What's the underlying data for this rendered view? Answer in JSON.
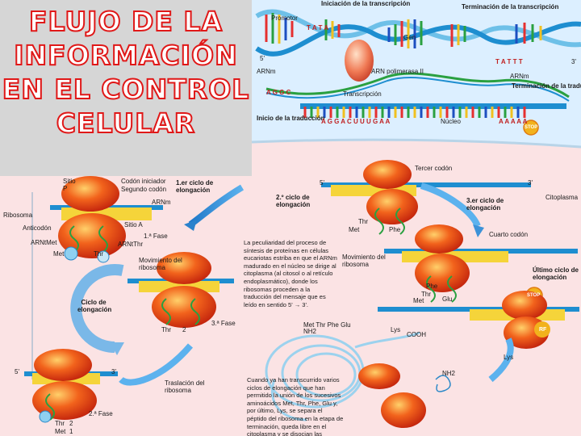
{
  "title": "FLUJO DE LA INFORMACIÓN EN EL CONTROL CELULAR",
  "transcription": {
    "iniciacion": "Iniciación de la transcripción",
    "promotor": "Promotor",
    "terminacion_transcripcion": "Terminación de la transcripción",
    "gen": "Gen",
    "arnm_left": "ARNm",
    "arn_polimerasa": "ARN polimerasa II",
    "transcripcion": "Transcripción",
    "arnm_right": "ARNm",
    "terminacion_traduccion": "Terminación de la traducción",
    "inicio_traduccion": "Inicio de la traducción",
    "nucleo": "Núcleo",
    "stop": "STOP",
    "seq_tata": "T A T A",
    "seq_tattt": "T A T T T",
    "seq_aggc": "A G G C",
    "seq_aug": "A G G  A C U  U U G  A A",
    "seq_aaa": "A A A  A A",
    "prime5": "5'",
    "prime3": "3'"
  },
  "left_panel": {
    "sitio_p": "Sitio P",
    "codon_iniciador": "Codón iniciador",
    "segundo_codon": "Segundo codón",
    "primer_ciclo": "1.er ciclo de elongación",
    "arnm": "ARNm",
    "ribosoma": "Ribosoma",
    "sitio_a": "Sitio A",
    "anticodon": "Anticodón",
    "arnt_met": "ARNtMet",
    "arnt_thr": "ARNtThr",
    "fase1": "1.ª Fase",
    "met": "Met",
    "thr": "Thr",
    "movimiento": "Movimiento del ribosoma",
    "ciclo": "Ciclo de elongación",
    "fase2_label": "2",
    "fase3": "3.ª Fase",
    "traslacion": "Traslación del ribosoma",
    "fase2": "2.ª Fase",
    "num1": "1",
    "num2": "2",
    "prime5": "5'",
    "prime3": "3'"
  },
  "right_panel": {
    "tercer_codon": "Tercer codón",
    "segundo_ciclo": "2.º ciclo de elongación",
    "tercer_ciclo": "3.er ciclo de elongación",
    "citoplasma": "Citoplasma",
    "thr": "Thr",
    "met": "Met",
    "phe": "Phe",
    "cuarto_codon": "Cuarto codón",
    "movimiento": "Movimiento del ribosoma",
    "ultimo_ciclo": "Último ciclo de elongación",
    "stop": "STOP",
    "glu": "Glu",
    "rf": "RF",
    "lys": "Lys",
    "cooh": "COOH",
    "nh2": "NH2",
    "peptide": "Met Thr Phe Glu",
    "prime5": "5'",
    "prime3": "3'"
  },
  "paragraphs": {
    "peculiaridad": "La peculiaridad del proceso de síntesis de proteínas en células eucariotas estriba en que el ARNm madurado en el núcleo se dirige al citoplasma (al citosol o al retículo endoplasmático), donde los ribosomas proceden a la traducción del mensaje que es leído en sentido 5' → 3'.",
    "final": "Cuando ya han transcurrido varios ciclos de elongación que han permitido la unión de los sucesivos aminoácidos Met, Thr, Phe, Glu y, por último, Lys, se separa el péptido del ribosoma en la etapa de terminación, queda libre en el citoplasma y se disocian las subunidades ribosómicas."
  }
}
